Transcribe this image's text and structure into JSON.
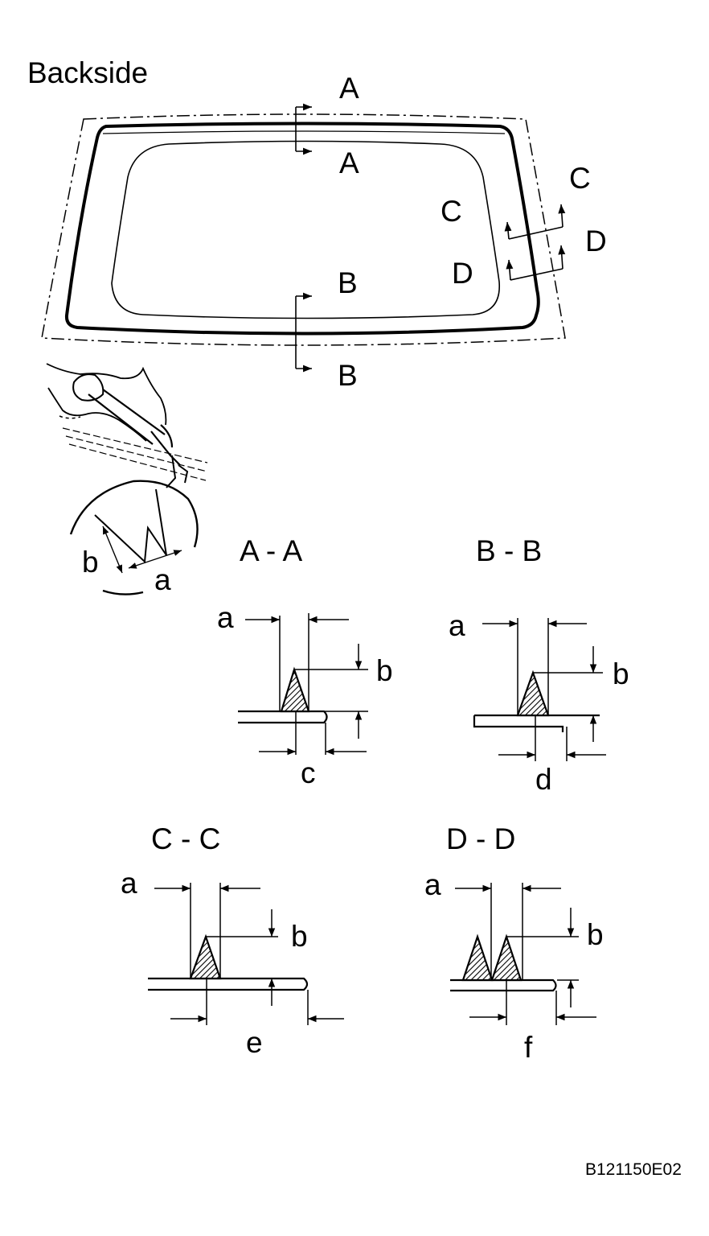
{
  "title": "Backside",
  "code": "B121150E02",
  "overview_labels": {
    "a_top": "A",
    "a_bottom": "A",
    "b_top": "B",
    "b_bottom": "B",
    "c_outer": "C",
    "c_inner": "C",
    "d_outer": "D",
    "d_inner": "D"
  },
  "detail_labels": {
    "b": "b",
    "a": "a"
  },
  "sections": {
    "aa": {
      "title": "A - A",
      "a": "a",
      "b": "b",
      "dim": "c"
    },
    "bb": {
      "title": "B - B",
      "a": "a",
      "b": "b",
      "dim": "d"
    },
    "cc": {
      "title": "C - C",
      "a": "a",
      "b": "b",
      "dim": "e"
    },
    "dd": {
      "title": "D - D",
      "a": "a",
      "b": "b",
      "dim": "f"
    }
  }
}
